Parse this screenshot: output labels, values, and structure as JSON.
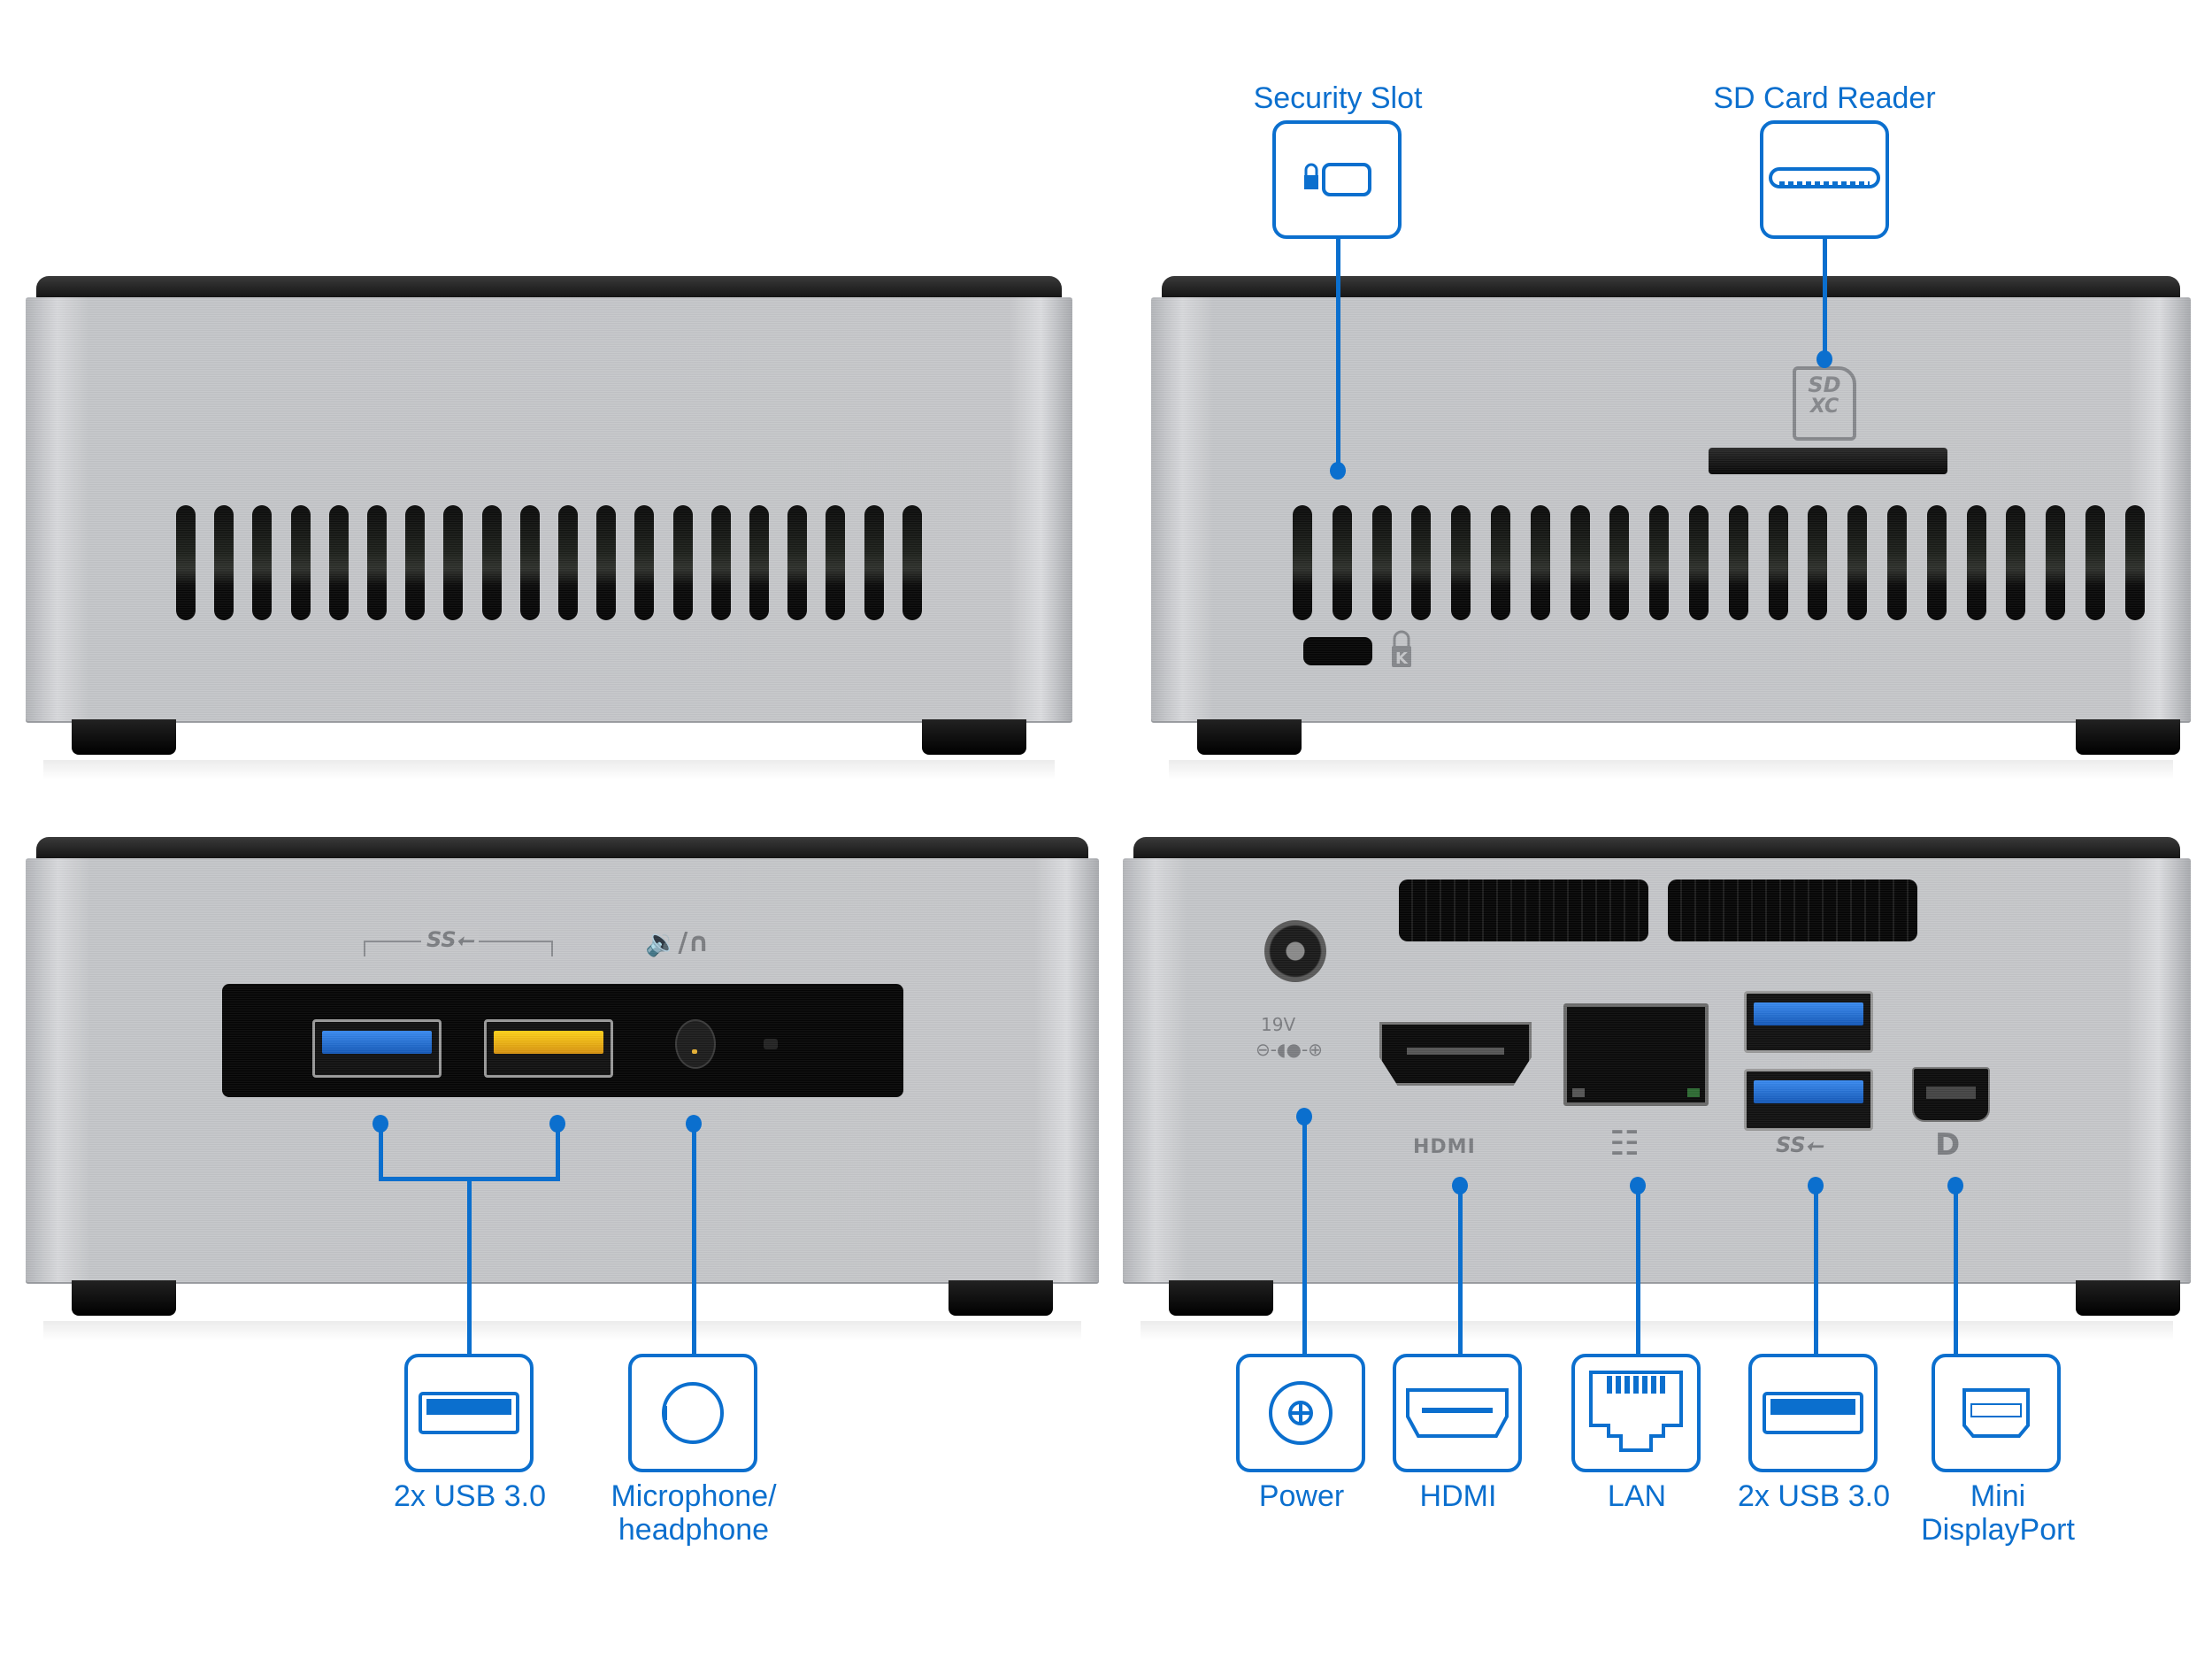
{
  "title": "Mini PC ports overview",
  "views": [
    {
      "id": "side-left",
      "description": "Side with ventilation grille"
    },
    {
      "id": "side-right",
      "description": "Side with security slot and SD card reader"
    },
    {
      "id": "front",
      "description": "Front panel"
    },
    {
      "id": "rear",
      "description": "Rear panel"
    }
  ],
  "top_callouts": [
    {
      "label": "Security Slot",
      "icon": "lock-slot-icon"
    },
    {
      "label": "SD Card Reader",
      "icon": "sd-slot-icon"
    }
  ],
  "front_callouts": [
    {
      "label": "2x USB 3.0",
      "icon": "usb-port-icon"
    },
    {
      "label_line1": "Microphone/",
      "label_line2": "headphone",
      "icon": "audio-jack-icon"
    }
  ],
  "rear_callouts": [
    {
      "label": "Power",
      "icon": "power-jack-icon"
    },
    {
      "label": "HDMI",
      "icon": "hdmi-port-icon"
    },
    {
      "label": "LAN",
      "icon": "ethernet-port-icon"
    },
    {
      "label": "2x USB 3.0",
      "icon": "usb-port-icon"
    },
    {
      "label_line1": "Mini",
      "label_line2": "DisplayPort",
      "icon": "mini-displayport-icon"
    }
  ],
  "device_markings": {
    "sd_logo_top": "SD",
    "sd_logo_bottom": "XC",
    "kensington": "K",
    "ss_usb": "SS⭠",
    "audio": "🔉/∩",
    "power_rating": "19V",
    "power_polarity": "⊖-◖●-⊕",
    "hdmi_text": "HDMI",
    "lan_symbol": "☷",
    "dp_text": "D"
  },
  "colors": {
    "accent_blue": "#0b6fce",
    "usb3_blue": "#1e6fd8",
    "usb_charging_yellow": "#f3b21a",
    "chassis_silver": "#c6c7ca",
    "top_black": "#0c0c0c"
  }
}
